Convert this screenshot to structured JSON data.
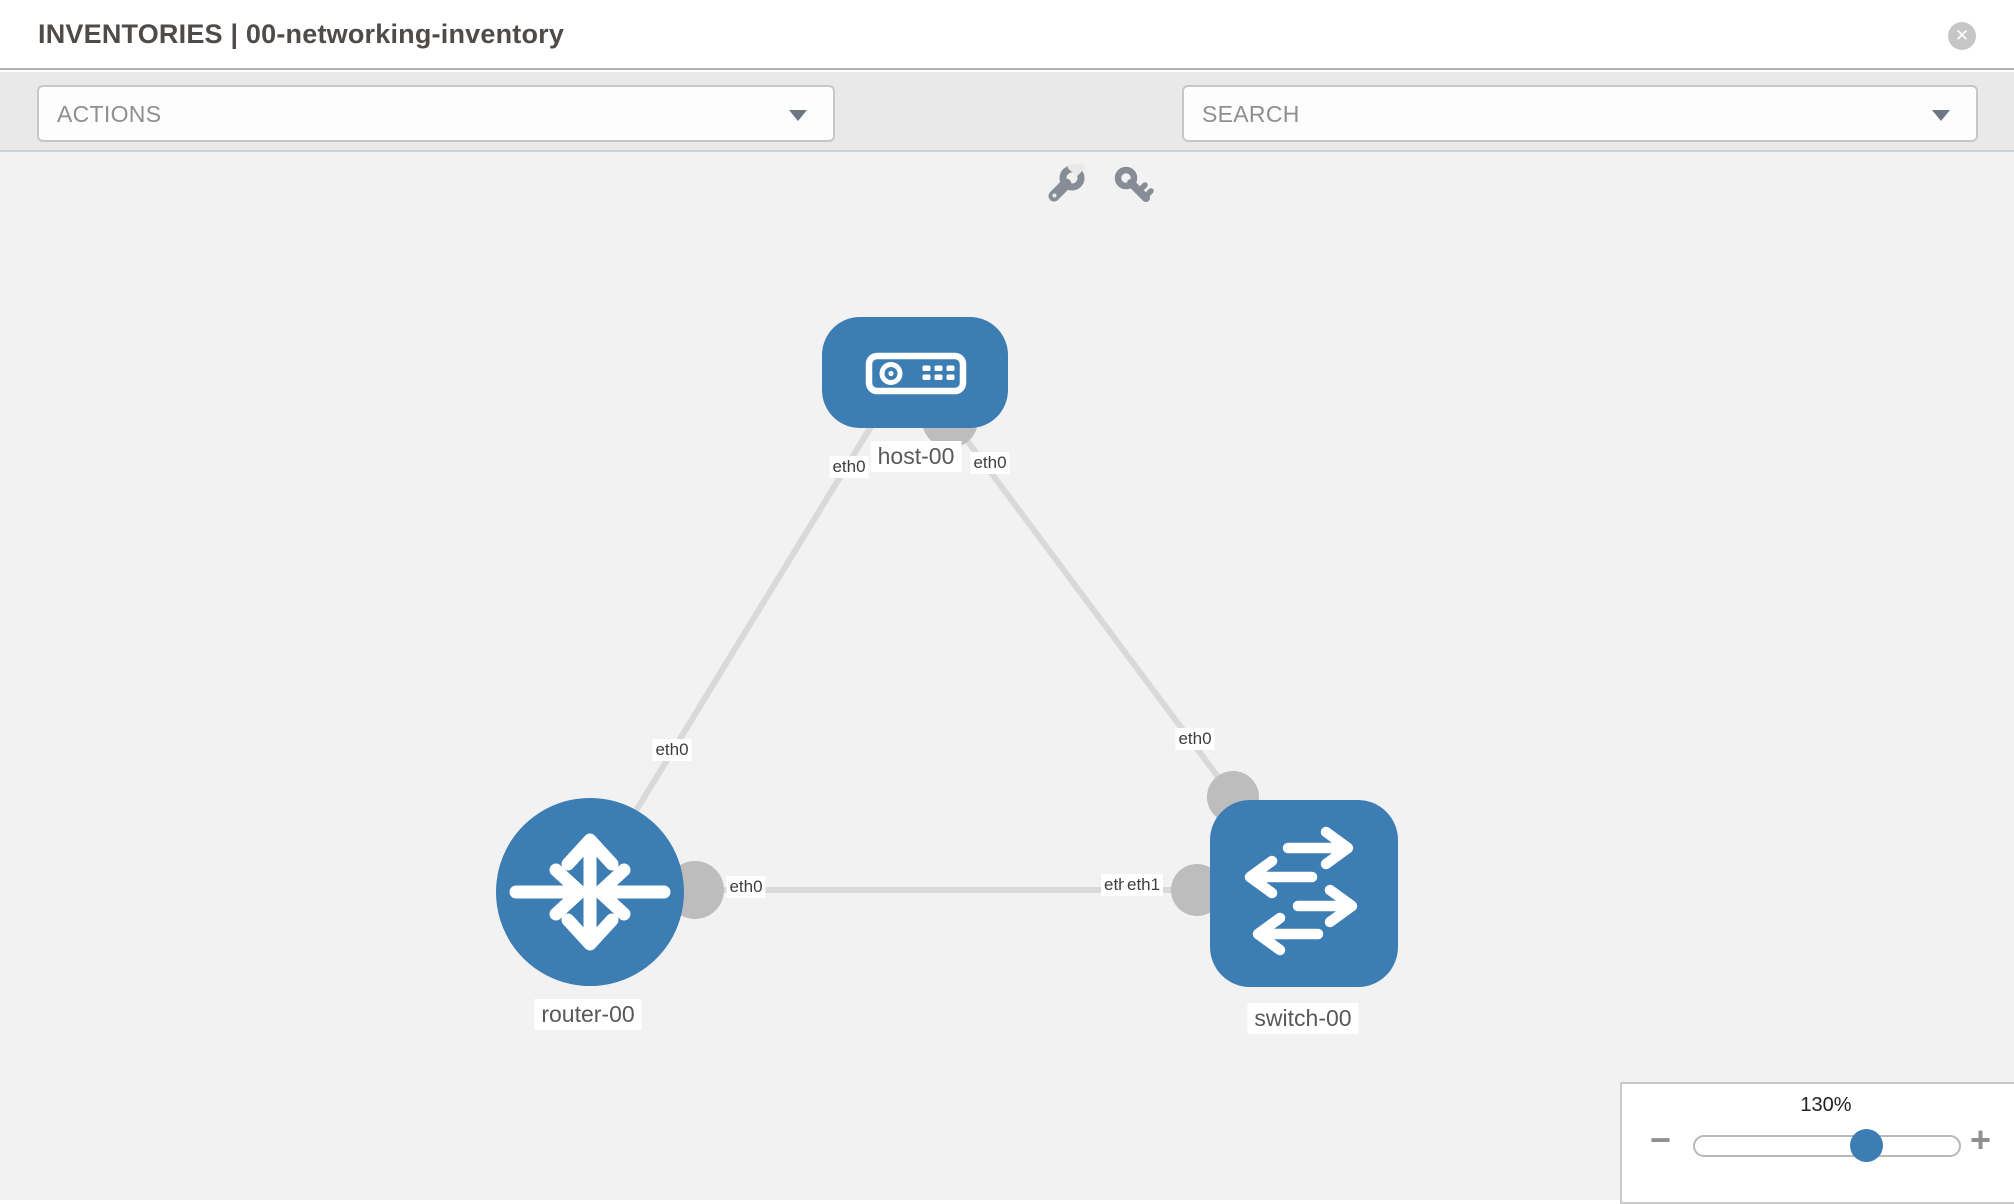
{
  "window": {
    "title_section": "INVENTORIES",
    "title_separator": "|",
    "title_item": "00-networking-inventory"
  },
  "toolbar": {
    "actions_dropdown": "ACTIONS",
    "search_dropdown": "SEARCH"
  },
  "icons": {
    "close": "✕",
    "minus": "−",
    "plus": "+"
  },
  "topology": {
    "nodes": [
      {
        "id": "host-00",
        "type": "host",
        "label": "host-00"
      },
      {
        "id": "router-00",
        "type": "router",
        "label": "router-00"
      },
      {
        "id": "switch-00",
        "type": "switch",
        "label": "switch-00"
      }
    ],
    "links": [
      {
        "source": "host-00",
        "target": "router-00",
        "source_interface": "eth0",
        "target_interface": "eth0"
      },
      {
        "source": "host-00",
        "target": "switch-00",
        "source_interface": "eth0",
        "target_interface": "eth0"
      },
      {
        "source": "router-00",
        "target": "switch-00",
        "source_interface": "eth0",
        "target_interface": "eth1",
        "target_interface_overlapped_label": "eth0"
      }
    ]
  },
  "zoom_control": {
    "level": "130%"
  },
  "colors": {
    "node_blue": "#3c7db3",
    "link_gray": "#d9d9d9",
    "connector_gray": "#bdbdbd",
    "canvas_bg": "#f2f2f2",
    "toolbar_bg": "#e9e9e9"
  }
}
